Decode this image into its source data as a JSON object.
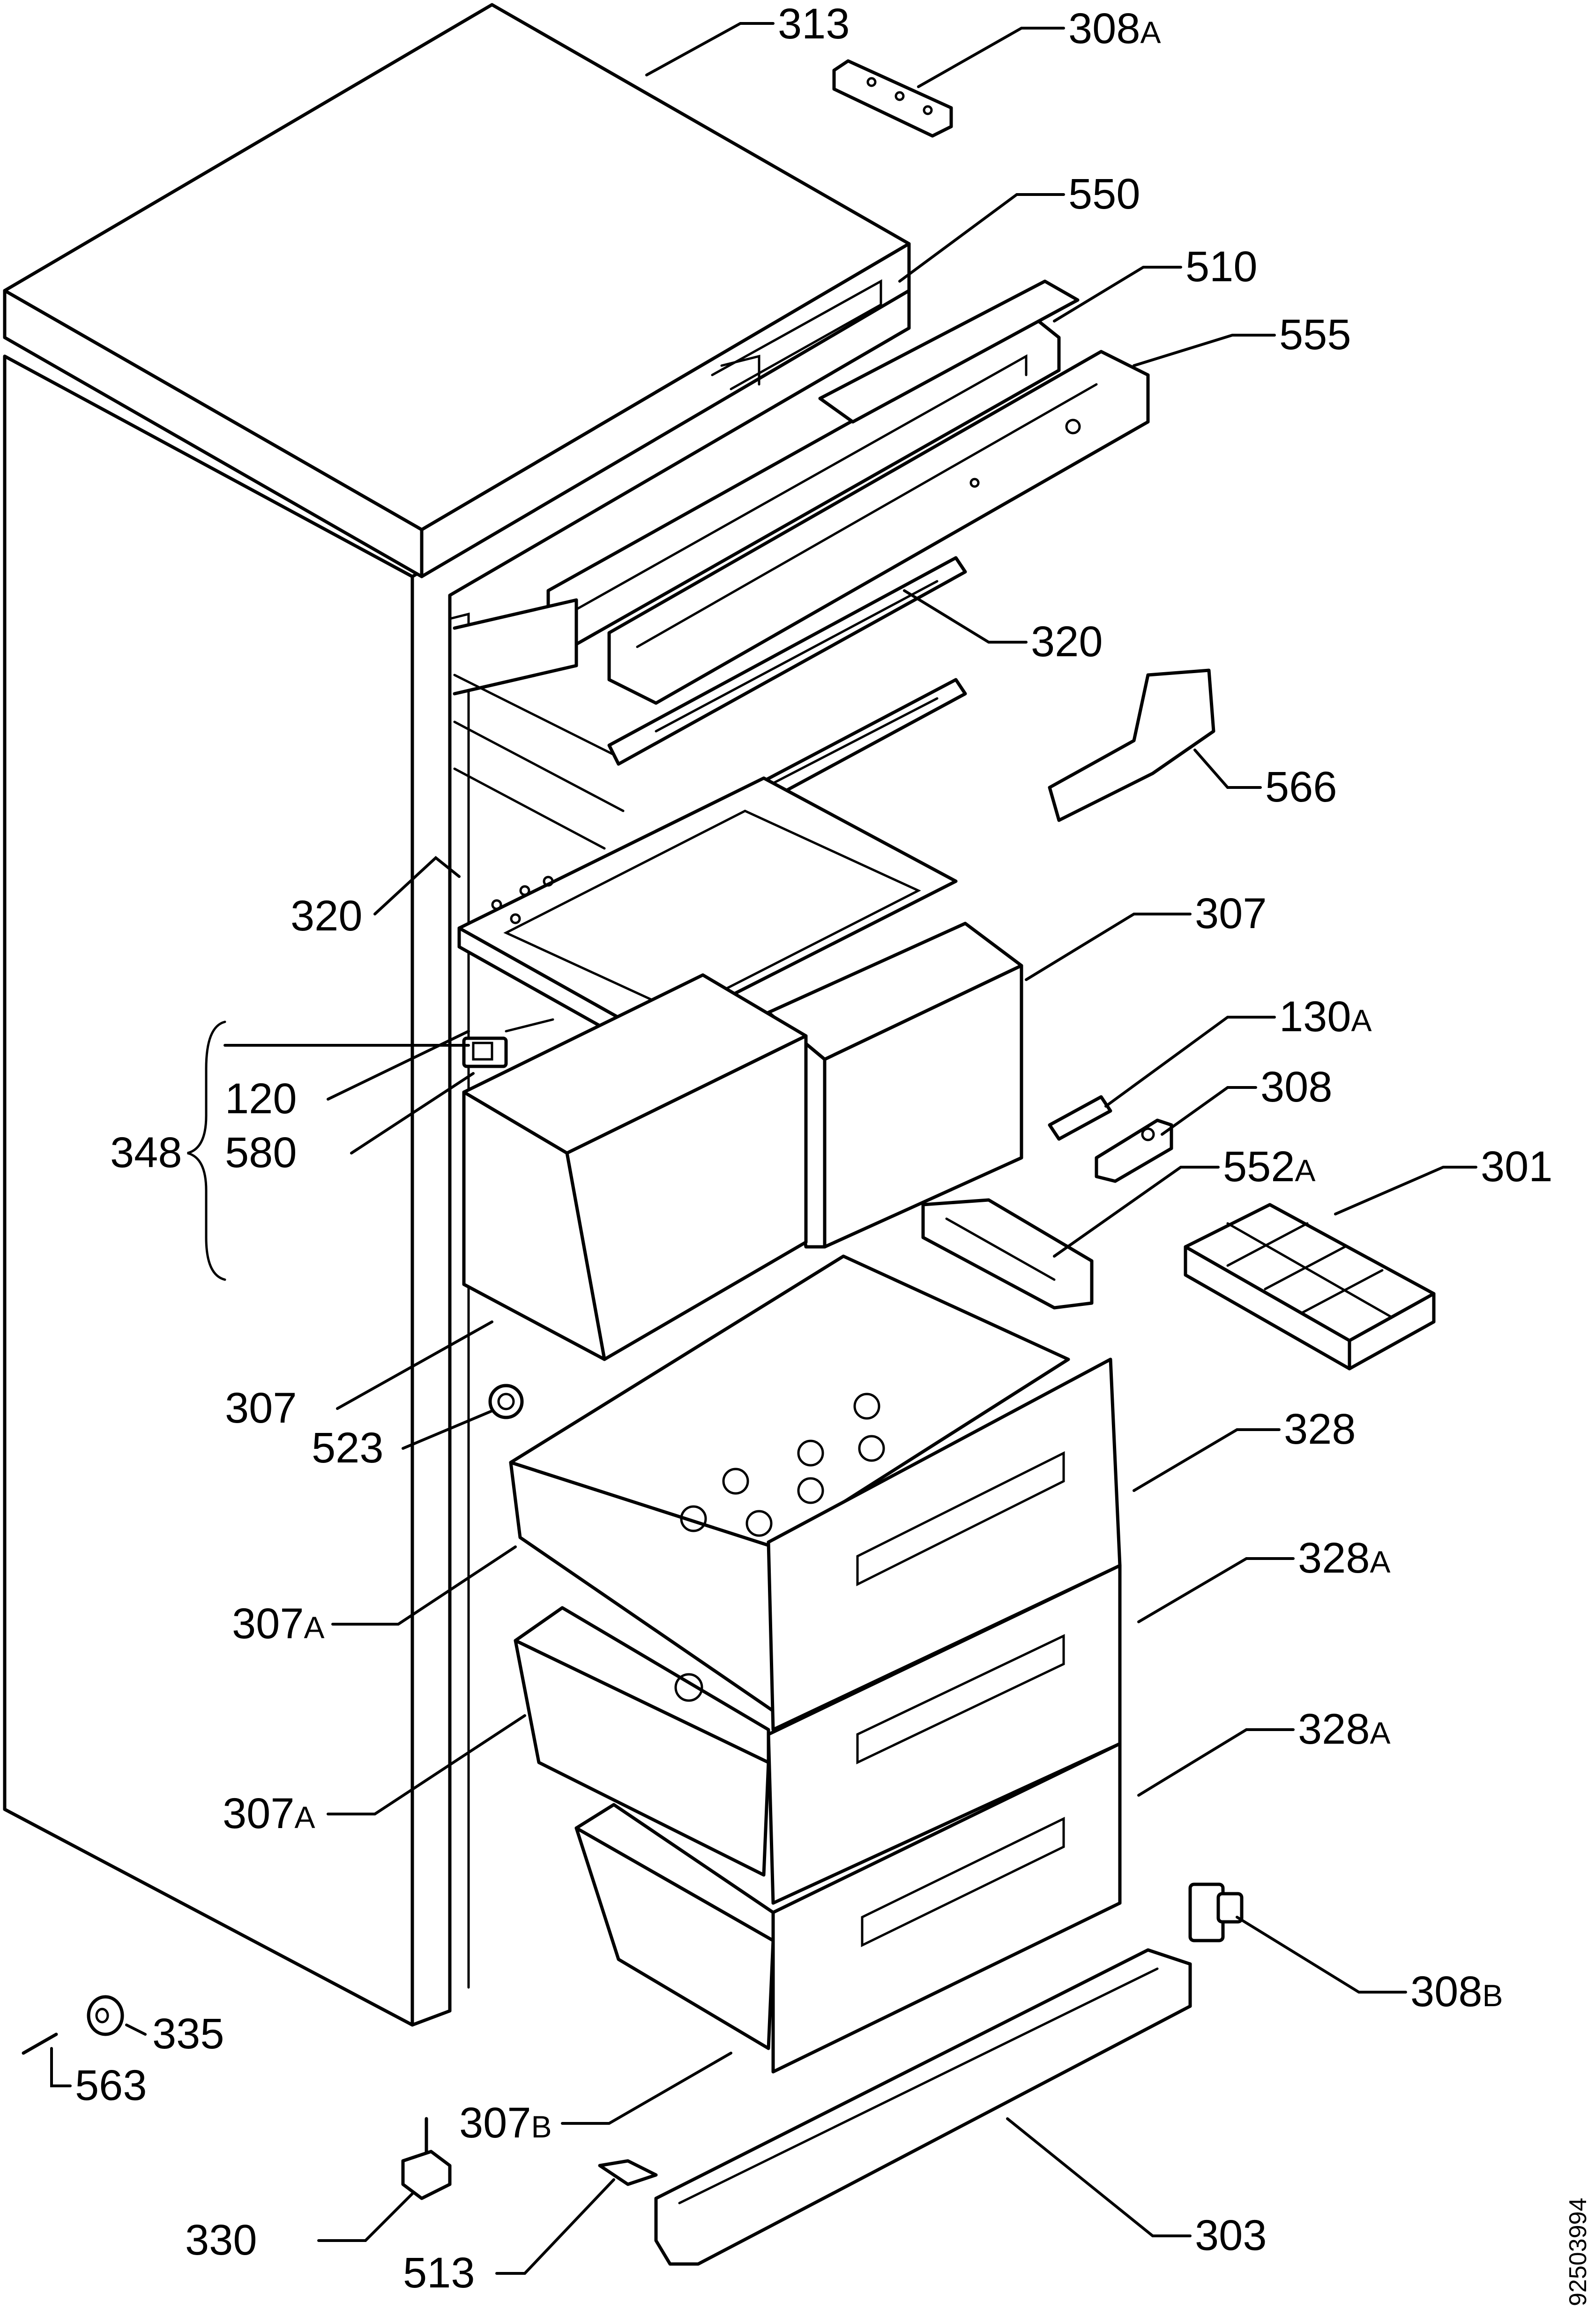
{
  "labels": {
    "313": "313",
    "308A_num": "308",
    "308A_suf": "A",
    "550": "550",
    "510": "510",
    "555": "555",
    "320_upper": "320",
    "566": "566",
    "320_lower": "320",
    "307_upper": "307",
    "130A_num": "130",
    "130A_suf": "A",
    "120": "120",
    "308": "308",
    "348": "348",
    "580": "580",
    "552A_num": "552",
    "552A_suf": "A",
    "301": "301",
    "307_mid": "307",
    "523": "523",
    "328": "328",
    "328A_upper_num": "328",
    "328A_upper_suf": "A",
    "307A_upper_num": "307",
    "307A_upper_suf": "A",
    "328A_lower_num": "328",
    "328A_lower_suf": "A",
    "307A_lower_num": "307",
    "307A_lower_suf": "A",
    "335": "335",
    "308B_num": "308",
    "308B_suf": "B",
    "563": "563",
    "307B_num": "307",
    "307B_suf": "B",
    "330": "330",
    "513": "513",
    "303": "303"
  },
  "document_number": "92503994"
}
